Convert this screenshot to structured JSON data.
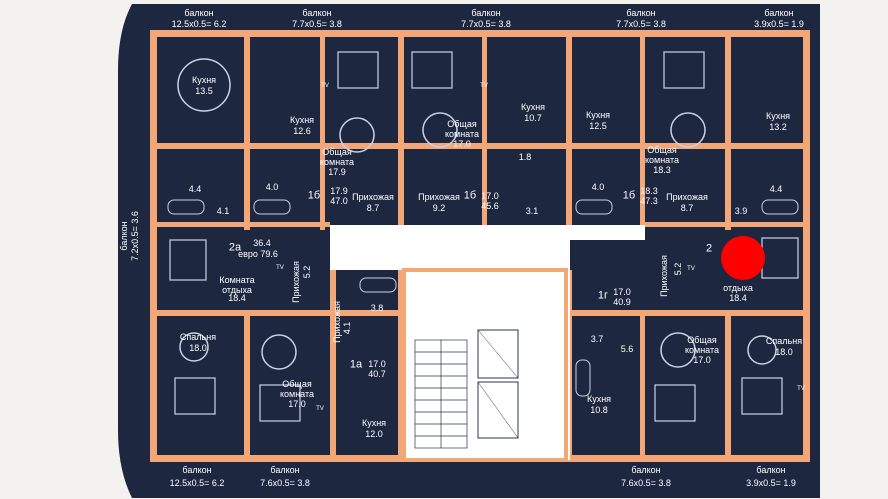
{
  "colors": {
    "background": "#f4f2ee",
    "room_fill": "#1e2740",
    "wall": "#f3a777",
    "outline": "#2a3450",
    "common_area": "#ffffff",
    "highlight_marker": "#ff0000"
  },
  "balconies": {
    "top_1": "балкон",
    "top_1_size": "12.5x0.5= 6.2",
    "top_2": "балкон",
    "top_2_size": "7.7x0.5= 3.8",
    "top_3": "балкон",
    "top_3_size": "7.7x0.5= 3.8",
    "top_4": "балкон",
    "top_4_size": "7.7x0.5= 3.8",
    "top_5": "балкон",
    "top_5_size": "3.9x0.5= 1.9",
    "bottom_1": "балкон",
    "bottom_1_size": "12.5x0.5= 6.2",
    "bottom_2": "балкон",
    "bottom_2_size": "7.6x0.5= 3.8",
    "bottom_3": "балкон",
    "bottom_3_size": "7.6x0.5= 3.8",
    "bottom_4": "балкон",
    "bottom_4_size": "3.9x0.5= 1.9",
    "left": "балкон",
    "left_size": "7.2x0.5= 3.6"
  },
  "rooms": {
    "kitchen_a": "Кухня",
    "kitchen_a_area": "13.5",
    "kitchen_b": "Кухня",
    "kitchen_b_area": "12.6",
    "common_b": "Общая",
    "common_b_2": "комната",
    "common_b_area": "17.9",
    "common_c": "Общая",
    "common_c_2": "комната",
    "common_c_area": "17.0",
    "kitchen_c": "Кухня",
    "kitchen_c_area": "10.7",
    "kitchen_d": "Кухня",
    "kitchen_d_area": "12.5",
    "common_d": "Общая",
    "common_d_2": "комната",
    "common_d_area": "18.3",
    "kitchen_e": "Кухня",
    "kitchen_e_area": "13.2",
    "bath_1": "4.4",
    "bath_2": "4.0",
    "bath_3": "1.8",
    "bath_4": "3.1",
    "bath_5": "4.0",
    "bath_6": "4.4",
    "hall_1": "4.1",
    "hall_2": "3.9",
    "apt_1b_type": "1б",
    "apt_1b_living": "17.9",
    "apt_1b_total": "47.0",
    "hallway_b": "Прихожая",
    "hallway_b_area": "8.7",
    "hallway_c": "Прихожая",
    "hallway_c_area": "9.2",
    "apt_1b2_type": "1б",
    "apt_1b2_living": "17.0",
    "apt_1b2_total": "45.6",
    "apt_1b3_type": "1б",
    "apt_1b3_living": "18.3",
    "apt_1b3_total": "47.3",
    "hallway_d": "Прихожая",
    "hallway_d_area": "8.7",
    "apt_2a_type": "2а",
    "apt_2a_living": "36.4",
    "apt_2a_total": "евро 79.6",
    "rest_a": "Комната",
    "rest_a_2": "отдыха",
    "rest_a_area": "18.4",
    "hallway_a": "Прихожая",
    "hallway_a_area": "5.2",
    "rest_e_2": "отдыха",
    "rest_e_area": "18.4",
    "hallway_e": "Прихожая",
    "hallway_e_area": "5.2",
    "apt_2e_type": "2",
    "bedroom_a": "Спальня",
    "bedroom_a_area": "18.0",
    "common_f": "Общая",
    "common_f_2": "комната",
    "common_f_area": "17.0",
    "hallway_f": "Прихожая",
    "hallway_f_area": "4.1",
    "bath_f": "3.8",
    "apt_1a_type": "1а",
    "apt_1a_living": "17.0",
    "apt_1a_total": "40.7",
    "kitchen_f": "Кухня",
    "kitchen_f_area": "12.0",
    "apt_1g_type": "1г",
    "apt_1g_living": "17.0",
    "apt_1g_total": "40.9",
    "bath_g": "3.7",
    "hall_g": "5.6",
    "kitchen_g": "Кухня",
    "kitchen_g_area": "10.8",
    "common_g": "Общая",
    "common_g_2": "комната",
    "common_g_area": "17.0",
    "bedroom_h": "Спальня",
    "bedroom_h_area": "18.0",
    "tv": "TV"
  }
}
